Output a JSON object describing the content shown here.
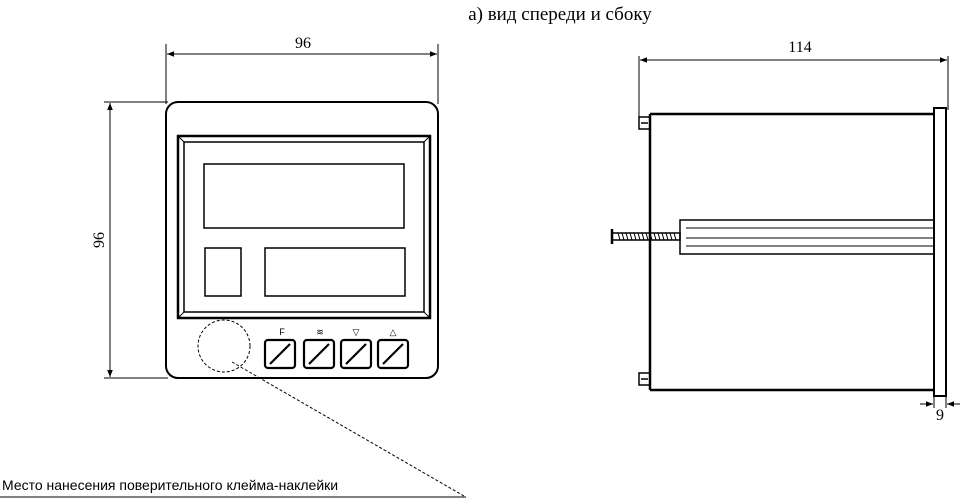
{
  "title": "а) вид спереди и сбоку",
  "front_view": {
    "width_label": "96",
    "height_label": "96",
    "key_labels": [
      "F",
      "≋",
      "▽",
      "△"
    ]
  },
  "side_view": {
    "depth_label": "114",
    "panel_label": "9"
  },
  "note": "Место нанесения поверительного клейма-наклейки"
}
